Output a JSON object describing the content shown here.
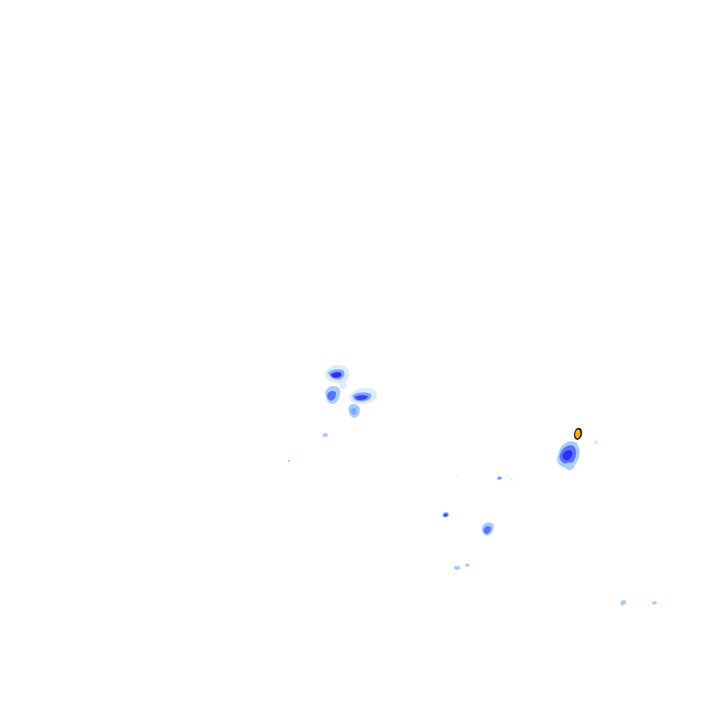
{
  "map": {
    "background": "#ffffff",
    "overlay_type": "radar-precipitation",
    "intensity_colors": {
      "very_light": "#dcebff",
      "light": "#a9ccff",
      "light_medium": "#7fa7ff",
      "medium": "#5a73ff",
      "heavy": "#2f2fff",
      "very_heavy": "#f2b21c",
      "outline": "#1b1b1b"
    },
    "cells": [
      {
        "id": "cell-nw",
        "intensity": "heavy"
      },
      {
        "id": "cell-nw-south",
        "intensity": "medium"
      },
      {
        "id": "cell-center",
        "intensity": "light"
      },
      {
        "id": "cell-east-core",
        "intensity": "very_heavy"
      },
      {
        "id": "cell-east",
        "intensity": "heavy"
      },
      {
        "id": "cell-south-1",
        "intensity": "light_medium"
      },
      {
        "id": "cell-south-2",
        "intensity": "light"
      },
      {
        "id": "cell-far-se",
        "intensity": "very_light"
      }
    ]
  }
}
